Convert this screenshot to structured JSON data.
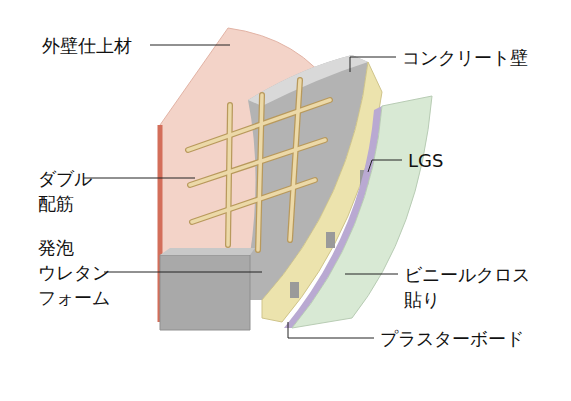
{
  "diagram": {
    "labels": [
      "外壁仕上材",
      "コンクリート壁",
      "LGS",
      "ダブル 配筋",
      "発泡 ウレタン フォーム",
      "ビニールクロス 貼り",
      "プラスターボード"
    ]
  }
}
